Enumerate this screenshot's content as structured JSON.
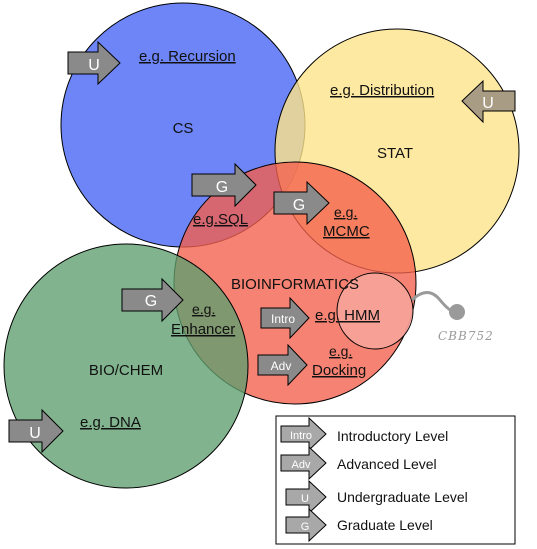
{
  "circles": {
    "cs": {
      "label": "CS",
      "fill": "#5470f5",
      "opacity": 0.85
    },
    "stat": {
      "label": "STAT",
      "fill": "#fde48a",
      "opacity": 0.8
    },
    "bioinformatics": {
      "label": "BIOINFORMATICS",
      "fill": "#f45f4c",
      "opacity": 0.82
    },
    "biochem": {
      "label": "BIO/CHEM",
      "fill": "#5e9f6e",
      "opacity": 0.78
    },
    "hmm": {
      "fill": "#f6a39a"
    }
  },
  "examples": {
    "recursion": "e.g. Recursion",
    "distribution": "e.g. Distribution",
    "sql": "e.g.SQL",
    "mcmc_1": "e.g.",
    "mcmc_2": "MCMC",
    "enhancer_1": "e.g.",
    "enhancer_2": "Enhancer",
    "hmm": "e.g. HMM",
    "docking_1": "e.g.",
    "docking_2": "Docking",
    "dna": "e.g. DNA"
  },
  "arrows": {
    "u_cs": "U",
    "u_stat": "U",
    "g_cs": "G",
    "g_mcmc": "G",
    "g_enhancer": "G",
    "intro_hmm": "Intro",
    "adv_docking": "Adv",
    "u_dna": "U"
  },
  "signature": "CBB752",
  "legend": {
    "items": [
      {
        "icon": "Intro",
        "label": "Introductory Level"
      },
      {
        "icon": "Adv",
        "label": "Advanced Level"
      },
      {
        "icon": "U",
        "label": "Undergraduate Level"
      },
      {
        "icon": "G",
        "label": "Graduate Level"
      }
    ]
  },
  "colors": {
    "arrow_fill": "#858585",
    "arrow_light_fill": "#a89c84",
    "legend_arrow_fill": "#a8a8a8",
    "stroke": "#000000"
  }
}
